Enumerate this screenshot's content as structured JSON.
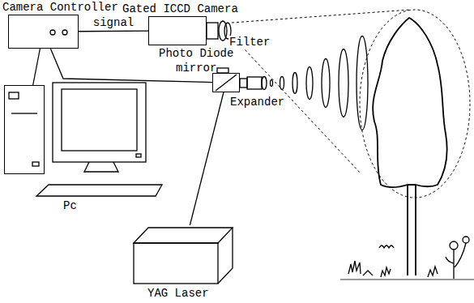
{
  "diagram": {
    "nodes": [
      {
        "text": [
          "Camera Controller"
        ]
      },
      {
        "text": [
          "Gated ICCD Camera"
        ]
      },
      {
        "text": [
          "mirror"
        ]
      },
      {
        "text": [
          "Pc"
        ]
      },
      {
        "text": [
          "YAG Laser"
        ]
      }
    ],
    "edges": [
      {
        "from": 0,
        "to": 1,
        "label": "signal",
        "arrow": "none"
      },
      {
        "from": 0,
        "to": 2,
        "arrow": "none"
      },
      {
        "from": 0,
        "to": 3,
        "arrow": "none"
      },
      {
        "from": 4,
        "to": 2,
        "arrow": "none"
      }
    ],
    "labels": [
      "Filter",
      "Photo Diode",
      "Expander"
    ]
  }
}
